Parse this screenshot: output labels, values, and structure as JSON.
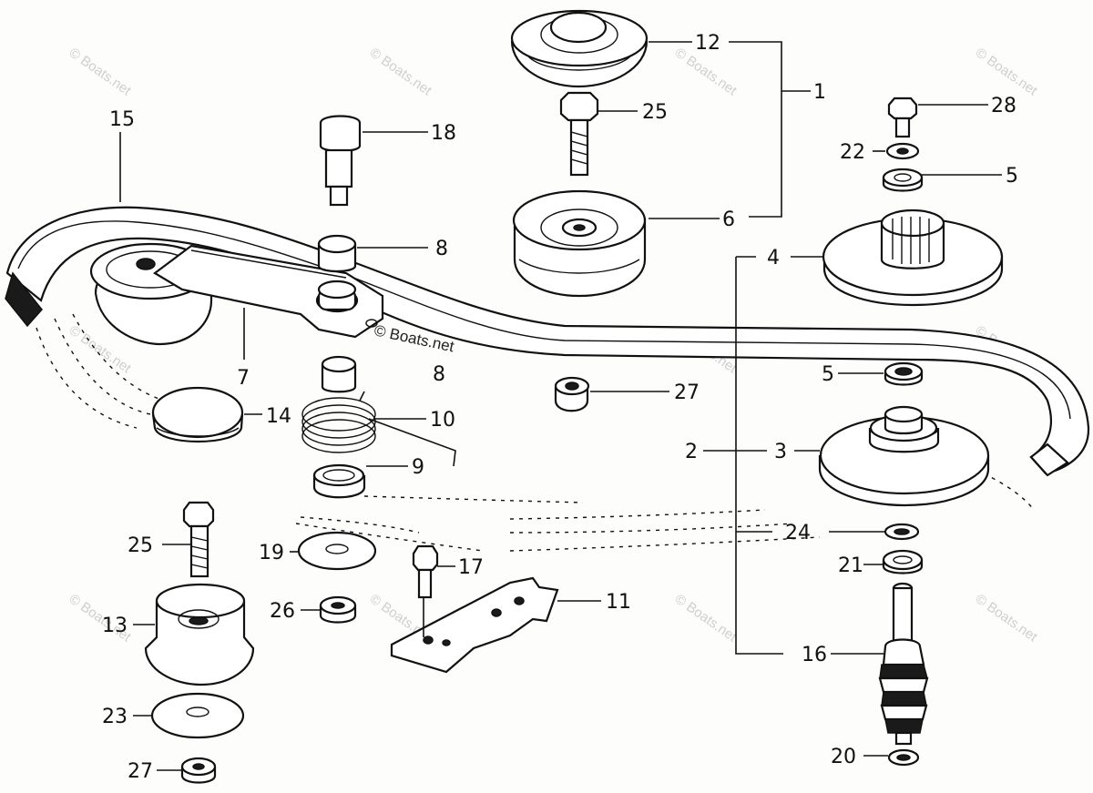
{
  "diagram": {
    "watermark": "© Boats.net",
    "center_watermark": "© Boats.net",
    "callouts": {
      "n1": "1",
      "n2": "2",
      "n3": "3",
      "n4": "4",
      "n5a": "5",
      "n5b": "5",
      "n6": "6",
      "n7": "7",
      "n8a": "8",
      "n8b": "8",
      "n9": "9",
      "n10": "10",
      "n11": "11",
      "n12": "12",
      "n13": "13",
      "n14": "14",
      "n15": "15",
      "n16": "16",
      "n17": "17",
      "n18": "18",
      "n19": "19",
      "n20": "20",
      "n21": "21",
      "n22": "22",
      "n23": "23",
      "n24": "24",
      "n25a": "25",
      "n25b": "25",
      "n26": "26",
      "n27a": "27",
      "n27b": "27",
      "n28": "28"
    }
  }
}
